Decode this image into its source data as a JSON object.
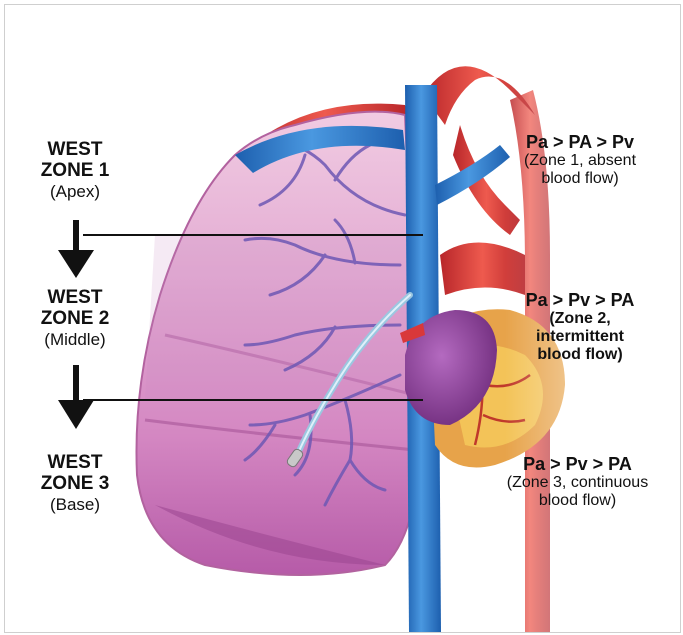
{
  "zones_left": [
    {
      "line1": "WEST",
      "line2": "ZONE 1",
      "sub": "(Apex)"
    },
    {
      "line1": "WEST",
      "line2": "ZONE 2",
      "sub": "(Middle)"
    },
    {
      "line1": "WEST",
      "line2": "ZONE 3",
      "sub": "(Base)"
    }
  ],
  "zones_right": [
    {
      "relation": "Pa > PA > Pv",
      "desc1": "(Zone 1, absent",
      "desc2": "blood flow)"
    },
    {
      "relation": "Pa > Pv > PA",
      "desc1": "(Zone 2,",
      "desc2": "intermittent",
      "desc3": "blood flow)"
    },
    {
      "relation": "Pa > Pv > PA",
      "desc1": "(Zone 3, continuous",
      "desc2": "blood flow)"
    }
  ],
  "colors": {
    "lung_light": "#e7b6d8",
    "lung_mid": "#cf7fbd",
    "lung_dark": "#a8509a",
    "vein_blue": "#2f79c8",
    "artery_red": "#d9383a",
    "heart_purple": "#8b3f93",
    "fat_yellow": "#f0c050"
  },
  "icons": [
    "down-arrow-icon",
    "catheter-icon"
  ]
}
